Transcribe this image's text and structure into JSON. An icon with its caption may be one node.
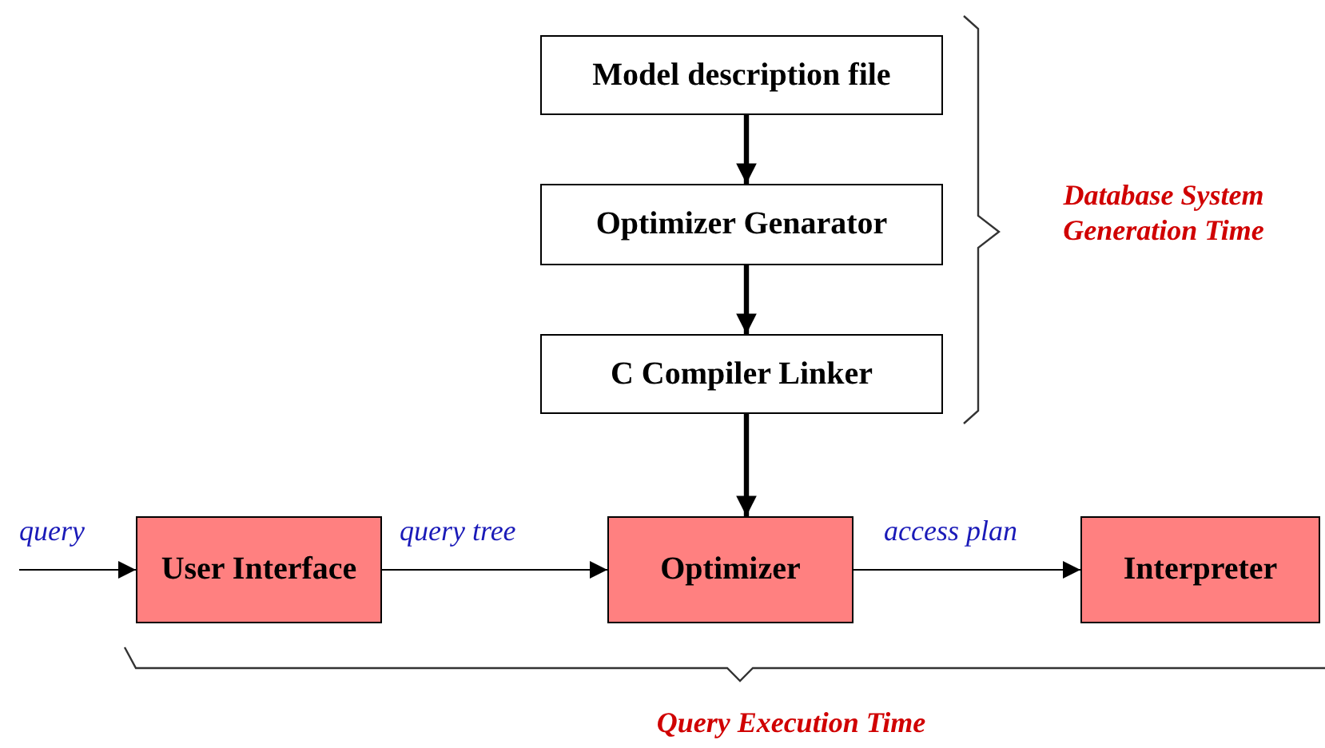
{
  "diagram": {
    "nodes": [
      {
        "text": [
          "Model description file"
        ]
      },
      {
        "text": [
          "Optimizer Genarator"
        ]
      },
      {
        "text": [
          "C Compiler Linker"
        ]
      },
      {
        "text": [
          "User Interface"
        ]
      },
      {
        "text": [
          "Optimizer"
        ]
      },
      {
        "text": [
          "Interpreter"
        ]
      }
    ],
    "edges": [
      {
        "from": 0,
        "to": 1,
        "arrow": "to",
        "style": "thick"
      },
      {
        "from": 1,
        "to": 2,
        "arrow": "to",
        "style": "thick"
      },
      {
        "from": 2,
        "to": 4,
        "arrow": "to",
        "style": "thick"
      },
      {
        "from": null,
        "to": 3,
        "arrow": "to",
        "label": "query"
      },
      {
        "from": 3,
        "to": 4,
        "arrow": "to",
        "label": "query tree"
      },
      {
        "from": 4,
        "to": 5,
        "arrow": "to",
        "label": "access plan"
      }
    ],
    "labels": [
      "Database System Generation Time",
      "Query Execution Time"
    ]
  }
}
